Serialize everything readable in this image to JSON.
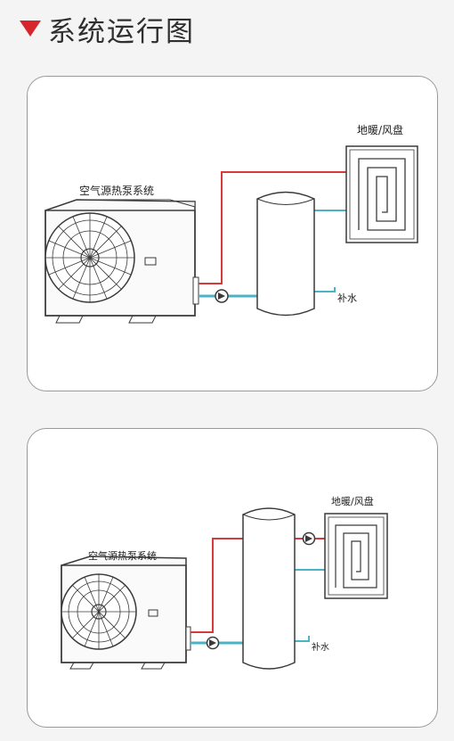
{
  "header": {
    "title": "系统运行图"
  },
  "diagram1": {
    "heat_pump_label": "空气源热泵系统",
    "floor_label": "地暖/风盘",
    "water_label": "补水"
  },
  "diagram2": {
    "heat_pump_label": "空气源热泵系统",
    "floor_label": "地暖/风盘",
    "water_label": "补水"
  },
  "colors": {
    "accent": "#d7262b",
    "hot_pipe": "#d63a3a",
    "cold_pipe": "#4bb3c6",
    "line": "#3a3a3a"
  }
}
